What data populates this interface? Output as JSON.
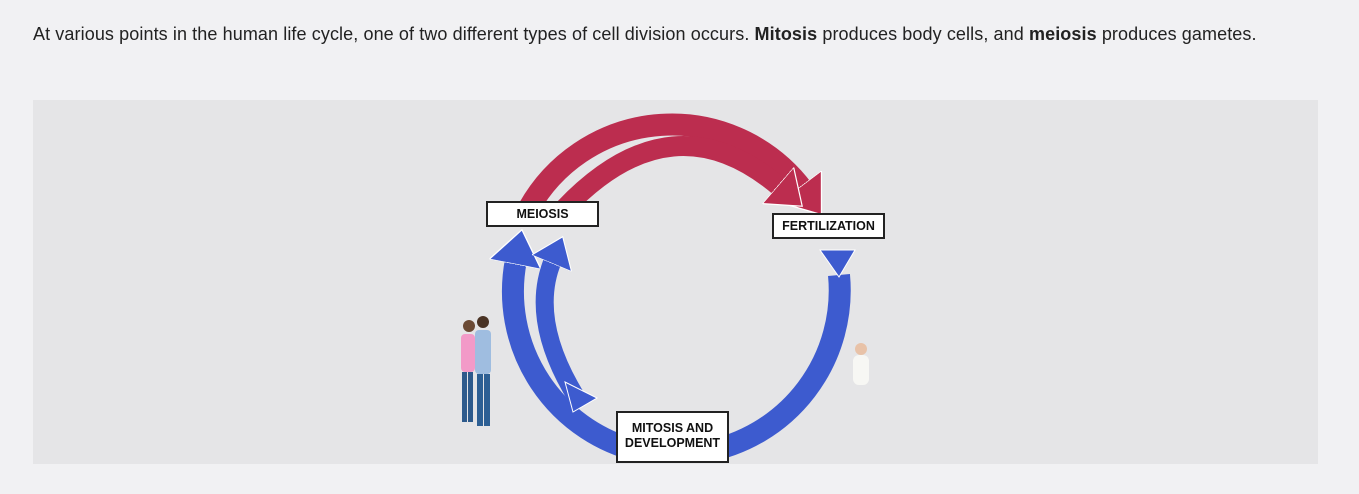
{
  "intro": {
    "part1": "At various points in the human life cycle, one of two different types of cell division occurs. ",
    "bold1": "Mitosis",
    "part2": " produces body cells, and ",
    "bold2": "meiosis",
    "part3": " produces gametes."
  },
  "diagram": {
    "labels": {
      "meiosis": "MEIOSIS",
      "fertilization": "FERTILIZATION",
      "mitosis_line1": "MITOSIS AND",
      "mitosis_line2": "DEVELOPMENT"
    },
    "colors": {
      "meiosis_arrows": "#bc2d4f",
      "mitosis_arrows": "#3d5bcf"
    }
  }
}
